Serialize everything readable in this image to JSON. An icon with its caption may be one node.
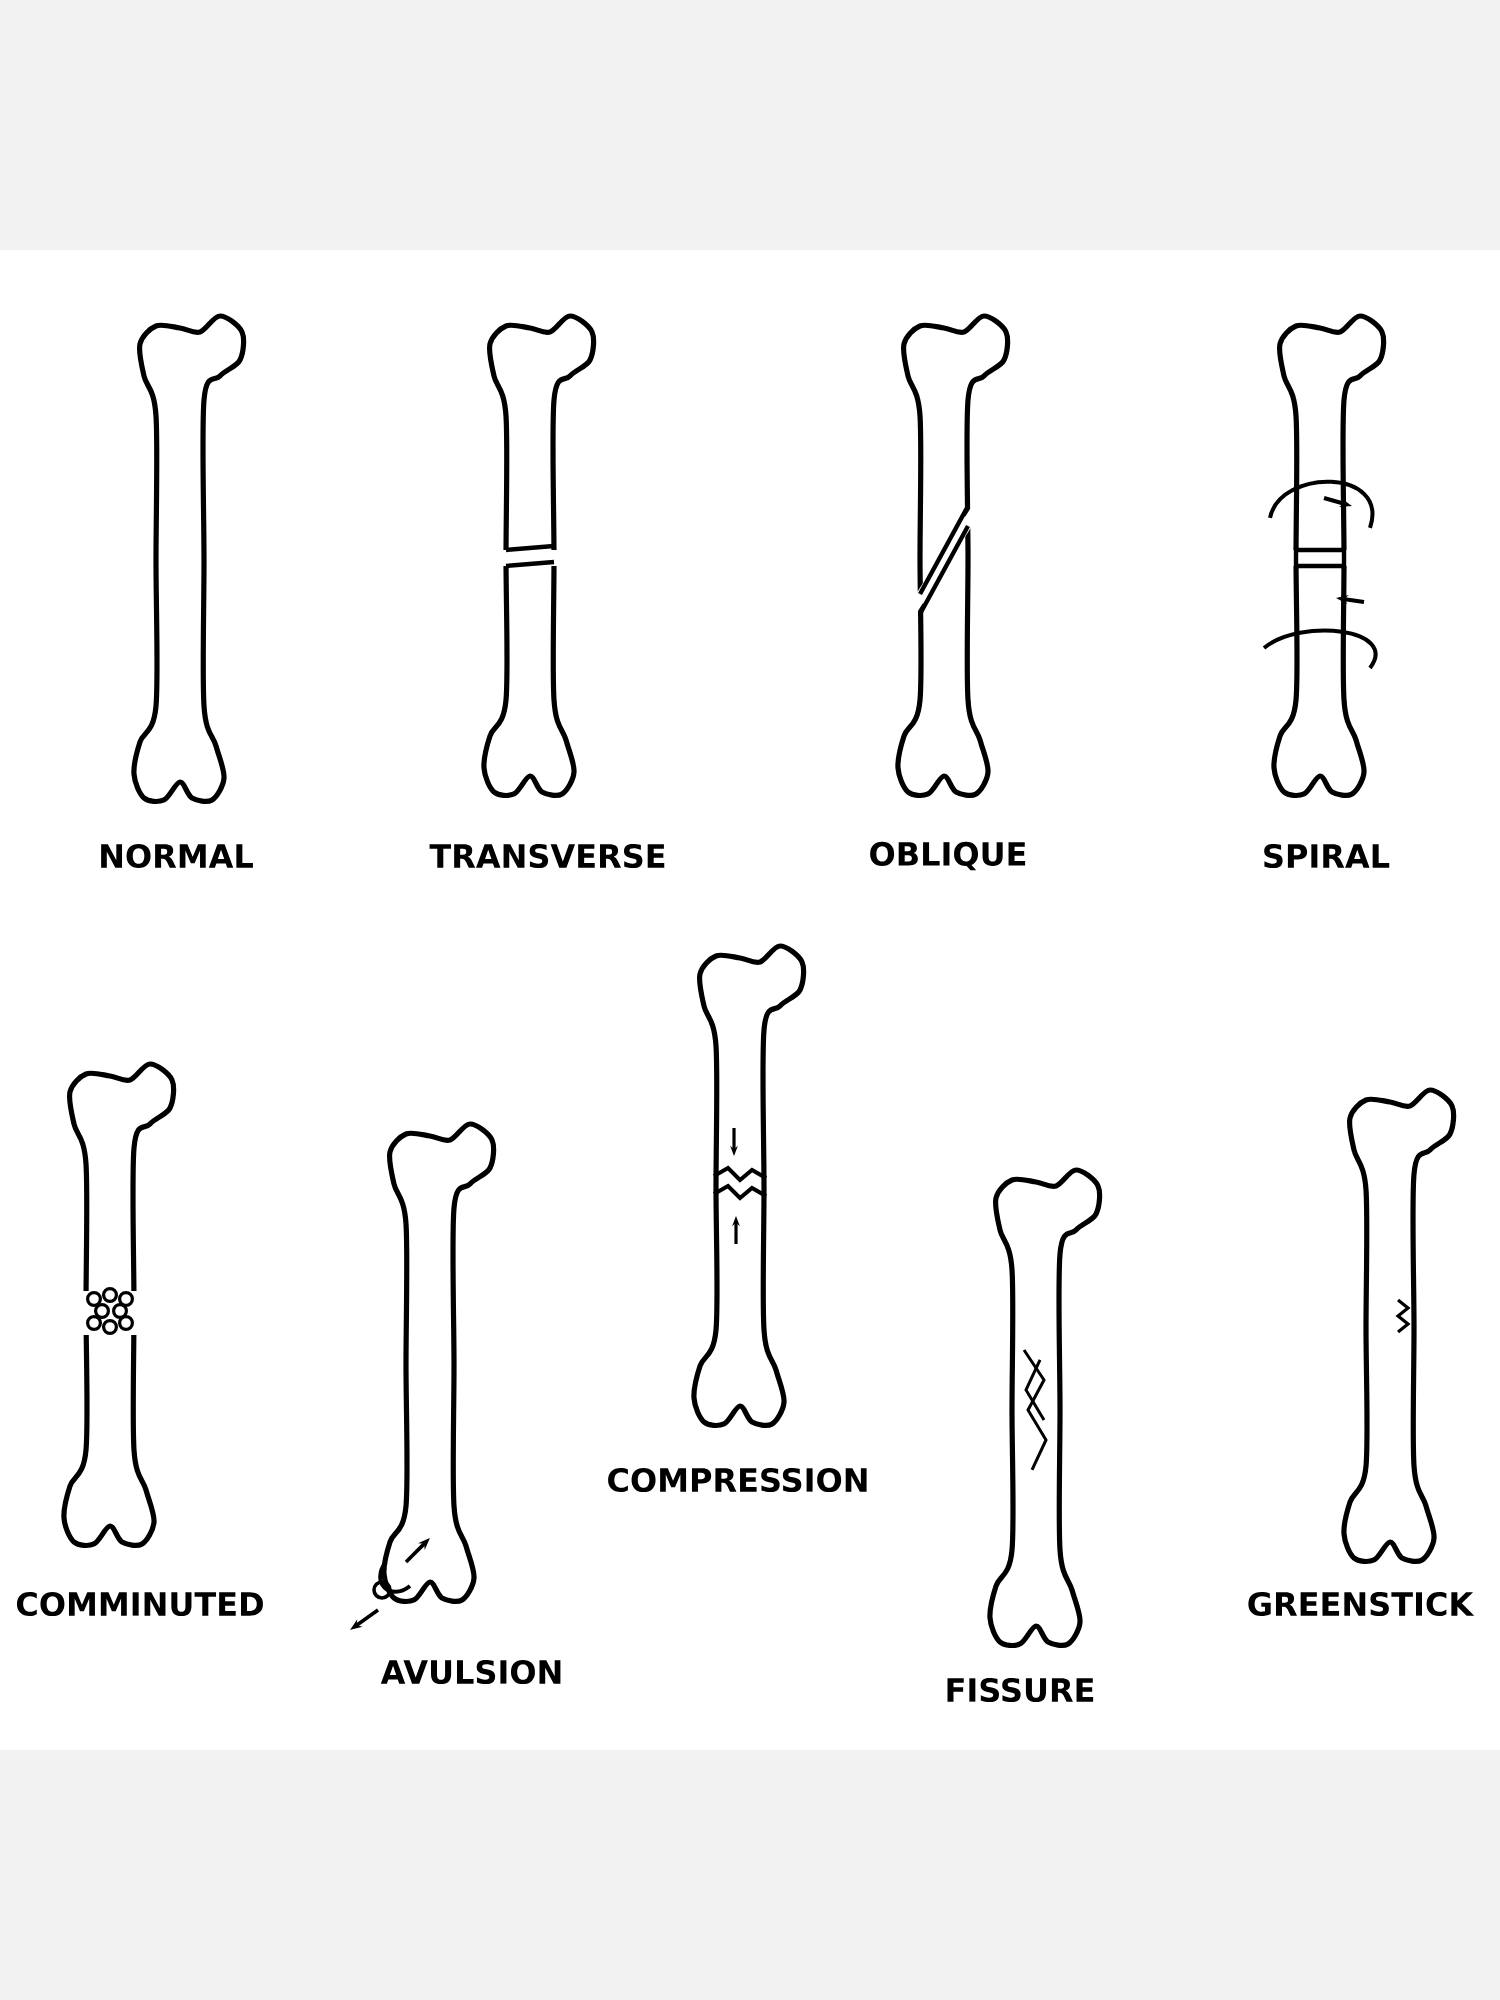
{
  "diagram": {
    "labels": [
      "NORMAL",
      "TRANSVERSE",
      "OBLIQUE",
      "SPIRAL",
      "COMMINUTED",
      "AVULSION",
      "COMPRESSION",
      "FISSURE",
      "GREENSTICK"
    ]
  }
}
